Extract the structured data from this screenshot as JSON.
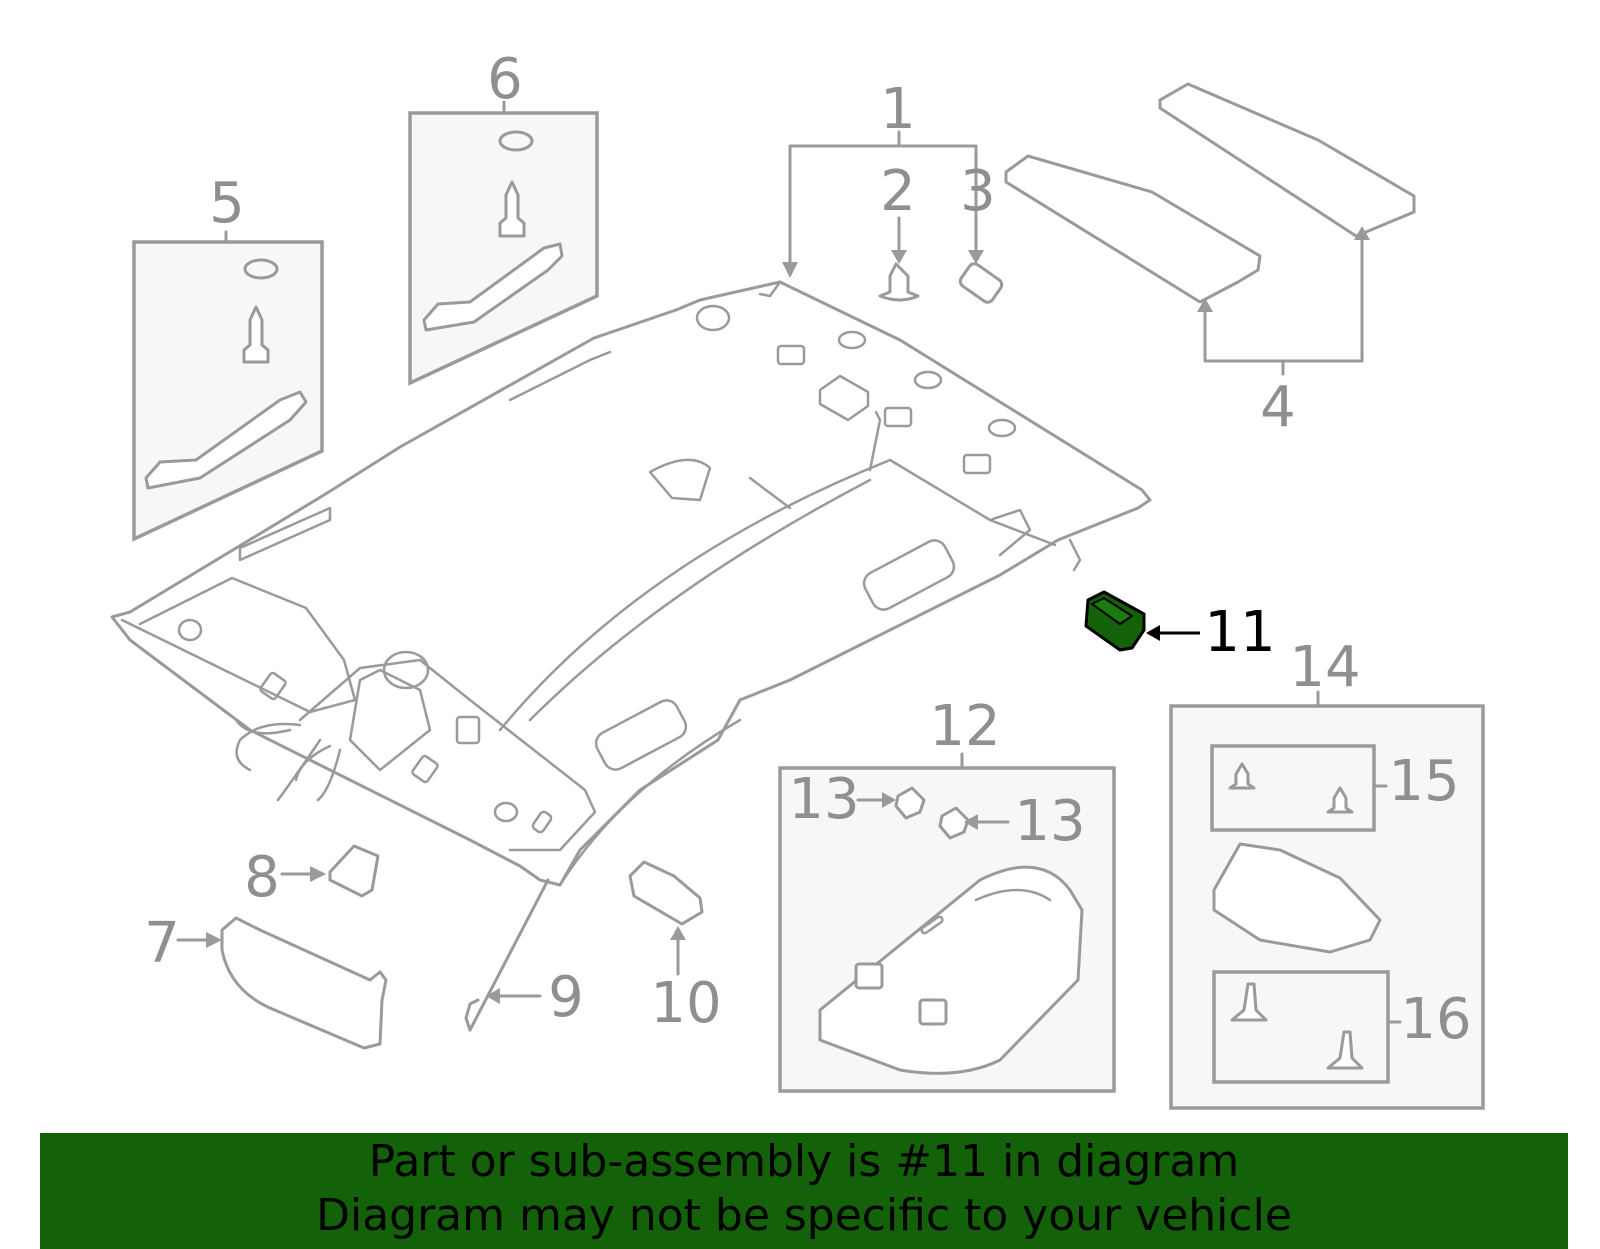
{
  "diagram": {
    "labels": {
      "l1": "1",
      "l2": "2",
      "l3": "3",
      "l4": "4",
      "l5": "5",
      "l6": "6",
      "l7": "7",
      "l8": "8",
      "l9": "9",
      "l10": "10",
      "l11": "11",
      "l12": "12",
      "l13a": "13",
      "l13b": "13",
      "l14": "14",
      "l15": "15",
      "l16": "16"
    },
    "highlight_part": "11",
    "colors": {
      "line": "#9a9a9a",
      "highlight": "#136108",
      "banner": "#136108"
    }
  },
  "banner": {
    "line1": "Part or sub-assembly is #11 in diagram",
    "line2": "Diagram may not be specific to your vehicle"
  }
}
